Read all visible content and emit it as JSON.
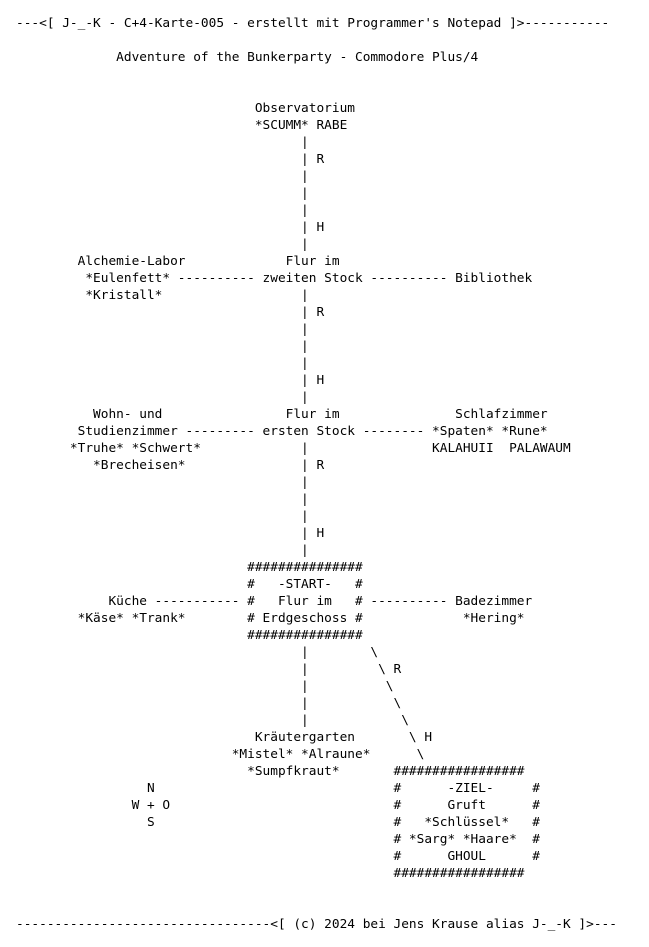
{
  "document": {
    "lines": [
      "---<[ J-_-K - C+4-Karte-005 - erstellt mit Programmer's Notepad ]>-----------",
      "",
      "             Adventure of the Bunkerparty - Commodore Plus/4",
      "",
      "",
      "                               Observatorium",
      "                               *SCUMM* RABE",
      "                                     |",
      "                                     | R",
      "                                     |",
      "                                     |",
      "                                     |",
      "                                     | H",
      "                                     |",
      "        Alchemie-Labor             Flur im",
      "         *Eulenfett* ---------- zweiten Stock ---------- Bibliothek",
      "         *Kristall*                  |",
      "                                     | R",
      "                                     |",
      "                                     |",
      "                                     |",
      "                                     | H",
      "                                     |",
      "          Wohn- und                Flur im               Schlafzimmer",
      "        Studienzimmer --------- ersten Stock -------- *Spaten* *Rune*",
      "       *Truhe* *Schwert*             |                KALAHUII  PALAWAUM",
      "          *Brecheisen*               | R",
      "                                     |",
      "                                     |",
      "                                     |",
      "                                     | H",
      "                                     |",
      "                              ###############",
      "                              #   -START-   #",
      "            Küche ----------- #   Flur im   # ---------- Badezimmer",
      "        *Käse* *Trank*        # Erdgeschoss #             *Hering*",
      "                              ###############",
      "                                     |        \\",
      "                                     |         \\ R",
      "                                     |          \\",
      "                                     |           \\",
      "                                     |            \\",
      "                               Kräutergarten       \\ H",
      "                            *Mistel* *Alraune*      \\",
      "                              *Sumpfkraut*       #################",
      "                 N                               #      -ZIEL-     #",
      "               W + O                             #      Gruft      #",
      "                 S                               #   *Schlüssel*   #",
      "                                                 # *Sarg* *Haare*  #",
      "                                                 #      GHOUL      #",
      "                                                 #################",
      "",
      "",
      "---------------------------------<[ (c) 2024 bei Jens Krause alias J-_-K ]>---"
    ]
  }
}
